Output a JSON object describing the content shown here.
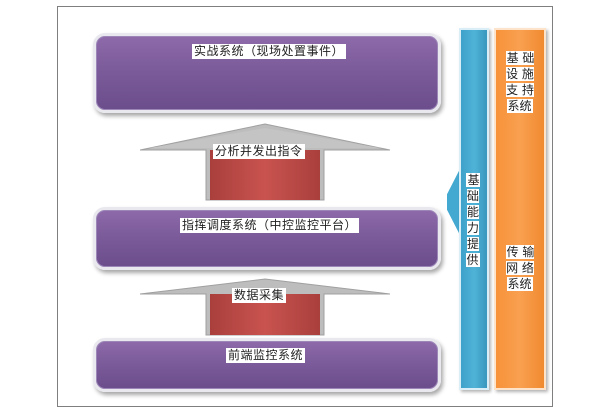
{
  "diagram": {
    "boxes": {
      "top": "实战系统（现场处置事件）",
      "middle": "指挥调度系统（中控监控平台）",
      "bottom": "前端监控系统"
    },
    "arrows": {
      "upper": "分析并发出指令",
      "lower": "数据采集"
    },
    "columns": {
      "blue": "基\n础\n能\n力\n提\n供",
      "orange_top": "基 础\n设 施\n支 持\n系统",
      "orange_bottom": "传 输\n网 络\n系统"
    },
    "colors": {
      "box_purple": "#7a5a99",
      "arrow_red": "#c0504d",
      "arrow_grey": "#b8b8b8",
      "column_blue": "#4fb3d8",
      "column_orange": "#f9a050"
    }
  }
}
